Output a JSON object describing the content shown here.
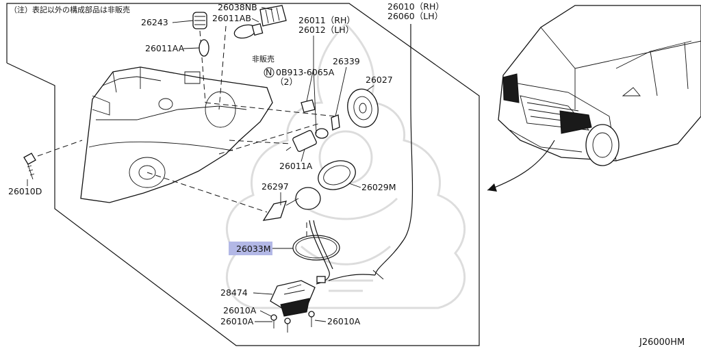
{
  "note": "（注）表記以外の構成部品は非販売",
  "not_sold": "非販売",
  "bolt_spec": "0B913-6065A",
  "bolt_symbol": "N",
  "bolt_qty": "（2）",
  "assembly_rh": "26010（RH）",
  "assembly_lh": "26060（LH）",
  "parts": {
    "p26038NB": "26038NB",
    "p26011AB": "26011AB",
    "p26243": "26243",
    "p26011AA": "26011AA",
    "p26011rh": "26011（RH）",
    "p26012lh": "26012（LH）",
    "p26339": "26339",
    "p26027": "26027",
    "p26010D": "26010D",
    "p26011A": "26011A",
    "p26297": "26297",
    "p26029M": "26029M",
    "p26033M": "26033M",
    "p28474": "28474",
    "p26010A_1": "26010A",
    "p26010A_2": "26010A",
    "p26010A_3": "26010A"
  },
  "highlight_color": "#b3b8e6",
  "ref_code": "J26000HM"
}
